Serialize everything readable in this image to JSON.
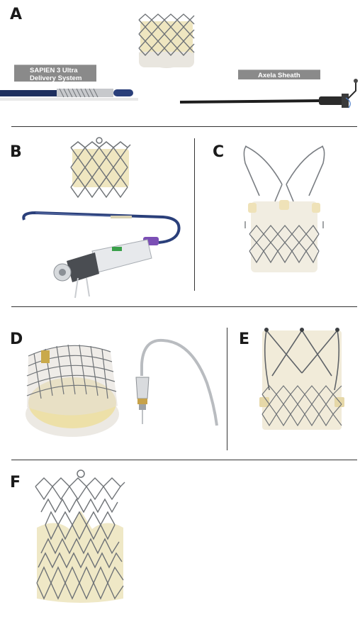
{
  "figure": {
    "panels": {
      "a": {
        "letter": "A",
        "label_delivery_line1": "SAPIEN 3 Ultra",
        "label_delivery_line2": "Delivery System",
        "label_sheath": "Axela Sheath"
      },
      "b": {
        "letter": "B"
      },
      "c": {
        "letter": "C"
      },
      "d": {
        "letter": "D"
      },
      "e": {
        "letter": "E"
      },
      "f": {
        "letter": "F"
      }
    },
    "colors": {
      "stent_metal": "#6f7377",
      "tissue": "#efe6c0",
      "skirt": "#e6e3dc",
      "catheter_blue": "#2a3f7a",
      "sheath_black": "#1e1e1e",
      "label_gray": "#8a8a8a",
      "divider": "#333333"
    }
  }
}
